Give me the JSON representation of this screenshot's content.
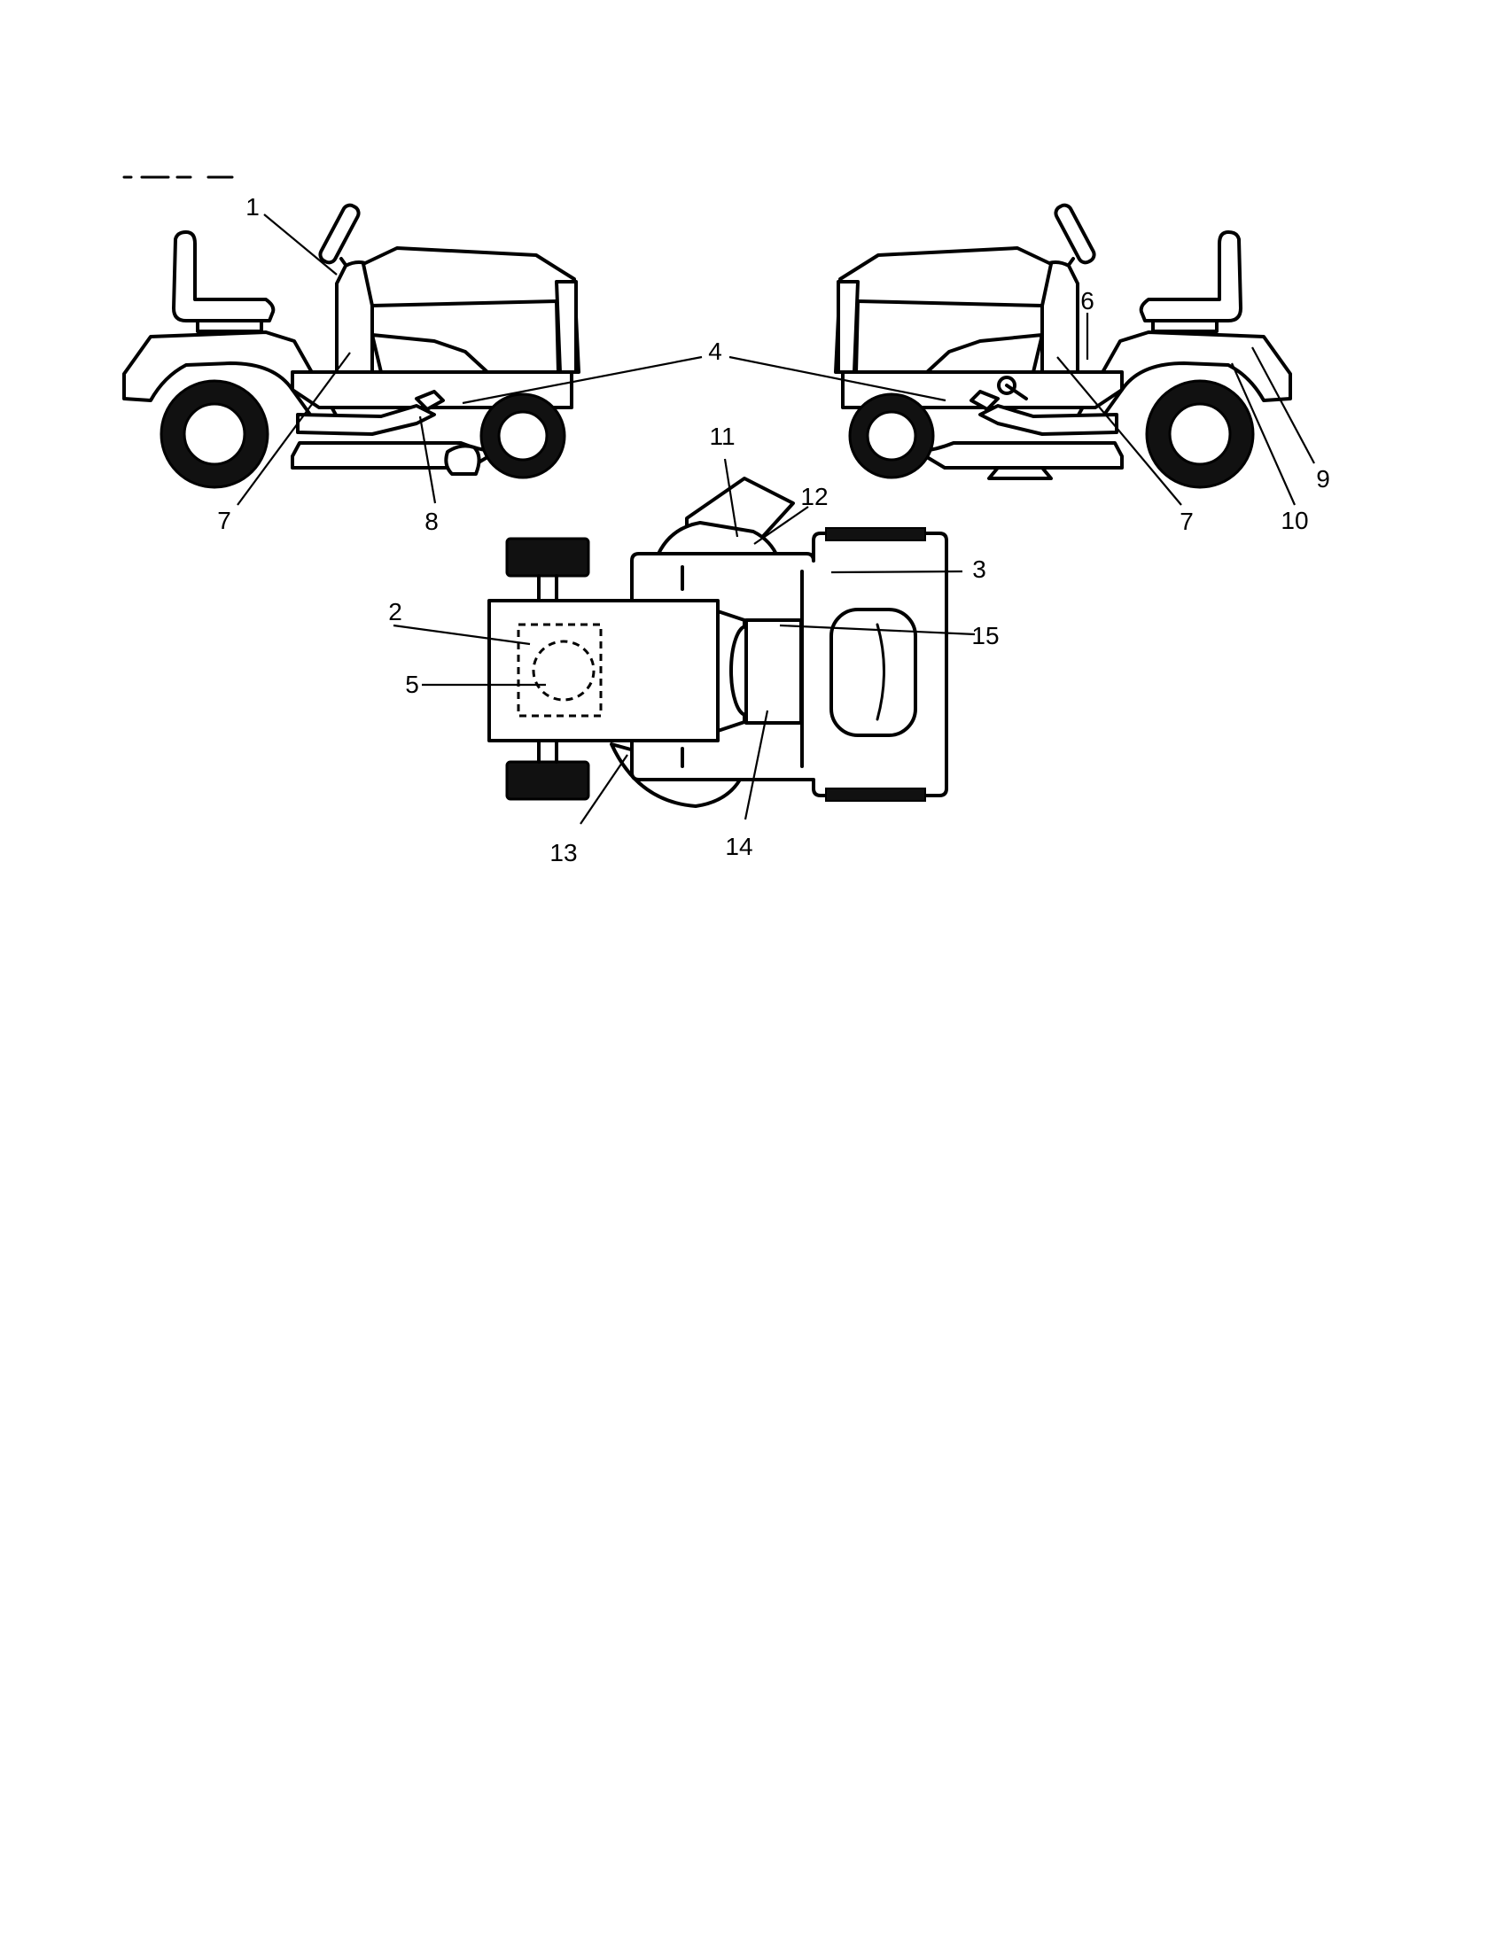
{
  "diagram": {
    "type": "parts-callout-diagram",
    "views": [
      "left-side-view",
      "right-side-view",
      "top-view"
    ],
    "corner_text": "",
    "callouts": {
      "c1": "1",
      "c2": "2",
      "c3": "3",
      "c4": "4",
      "c5": "5",
      "c6": "6",
      "c7a": "7",
      "c7b": "7",
      "c8": "8",
      "c9": "9",
      "c10": "10",
      "c11": "11",
      "c12": "12",
      "c13": "13",
      "c14": "14",
      "c15": "15"
    }
  }
}
